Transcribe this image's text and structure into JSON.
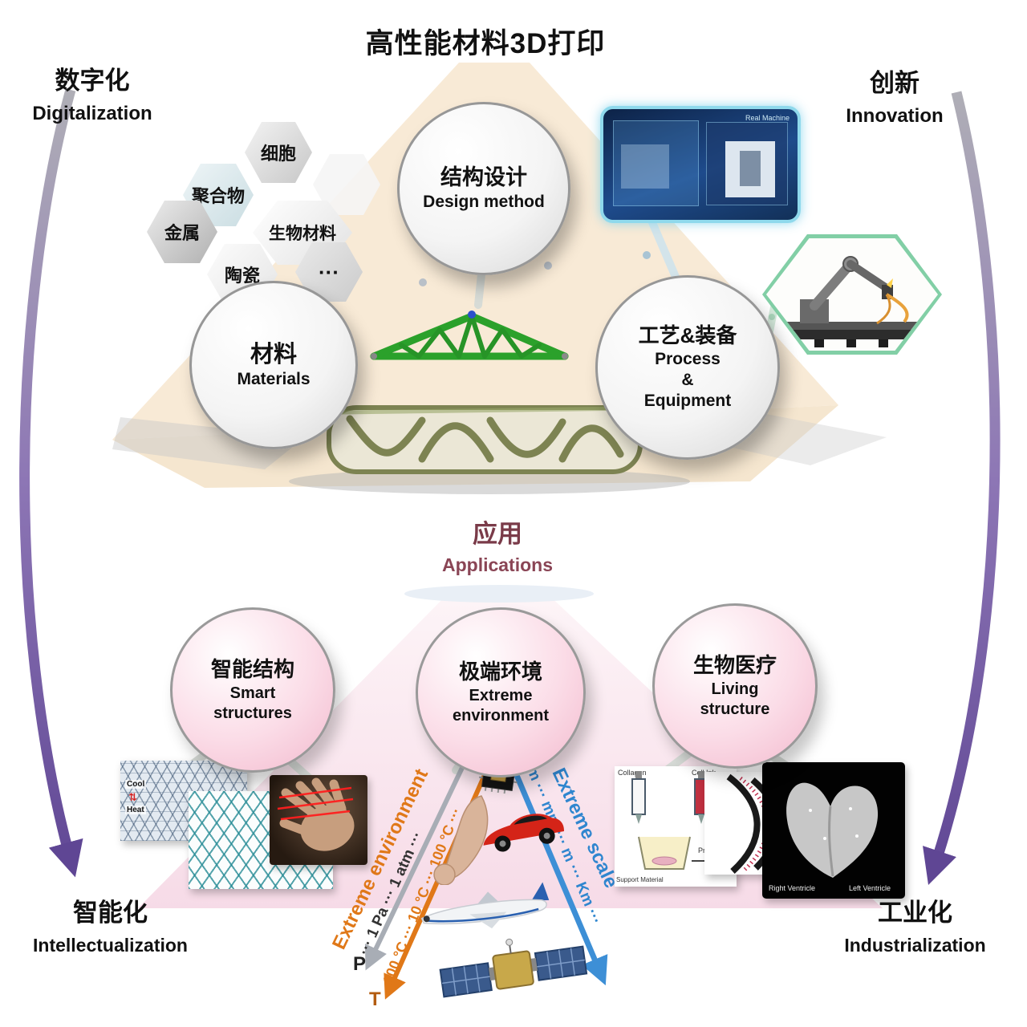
{
  "title": "高性能材料3D打印",
  "corners": {
    "top_left": {
      "zh": "数字化",
      "en": "Digitalization"
    },
    "top_right": {
      "zh": "创新",
      "en": "Innovation"
    },
    "bottom_left": {
      "zh": "智能化",
      "en": "Intellectualization"
    },
    "bottom_right": {
      "zh": "工业化",
      "en": "Industrialization"
    }
  },
  "core_circles": {
    "design": {
      "zh": "结构设计",
      "en": "Design method"
    },
    "materials": {
      "zh": "材料",
      "en": "Materials"
    },
    "process": {
      "zh": "工艺&装备",
      "en1": "Process",
      "en2": "&",
      "en3": "Equipment"
    }
  },
  "material_hexagons": {
    "cell": "细胞",
    "polymer": "聚合物",
    "metal": "金属",
    "biomaterial": "生物材料",
    "ceramic": "陶瓷",
    "more": "···"
  },
  "applications": {
    "zh": "应用",
    "en": "Applications"
  },
  "app_circles": {
    "smart": {
      "zh": "智能结构",
      "en1": "Smart",
      "en2": "structures"
    },
    "extreme": {
      "zh": "极端环境",
      "en1": "Extreme",
      "en2": "environment"
    },
    "living": {
      "zh": "生物医疗",
      "en1": "Living",
      "en2": "structure"
    }
  },
  "axes": {
    "env_label": "Extreme environment",
    "pressure_scale": "··· 1 Pa ··· 1 atm ···",
    "temperature_scale": "100 °C ··· 10 °C ··· 100 °C ···",
    "p": "P",
    "t": "T",
    "scale_label": "Extreme scale",
    "scale_values": "nm ··· mm ··· m ··· Km ···"
  },
  "inset_labels": {
    "machine": "Real Machine",
    "cool": "Cool",
    "heat": "Heat",
    "collagen": "Collagen",
    "cell_ink": "Cell Ink",
    "support": "Support Material",
    "print": "Print",
    "right_ventricle": "Right Ventricle",
    "left_ventricle": "Left Ventricle"
  },
  "colors": {
    "accent_purple": "#5f4694",
    "cone_beige": "#f8ead6",
    "cone_pink": "#f9e0ea",
    "app_maroon": "#7a3b49",
    "env_orange": "#e07818",
    "scale_blue": "#2f86cf",
    "truss_green": "#2ba12b"
  }
}
